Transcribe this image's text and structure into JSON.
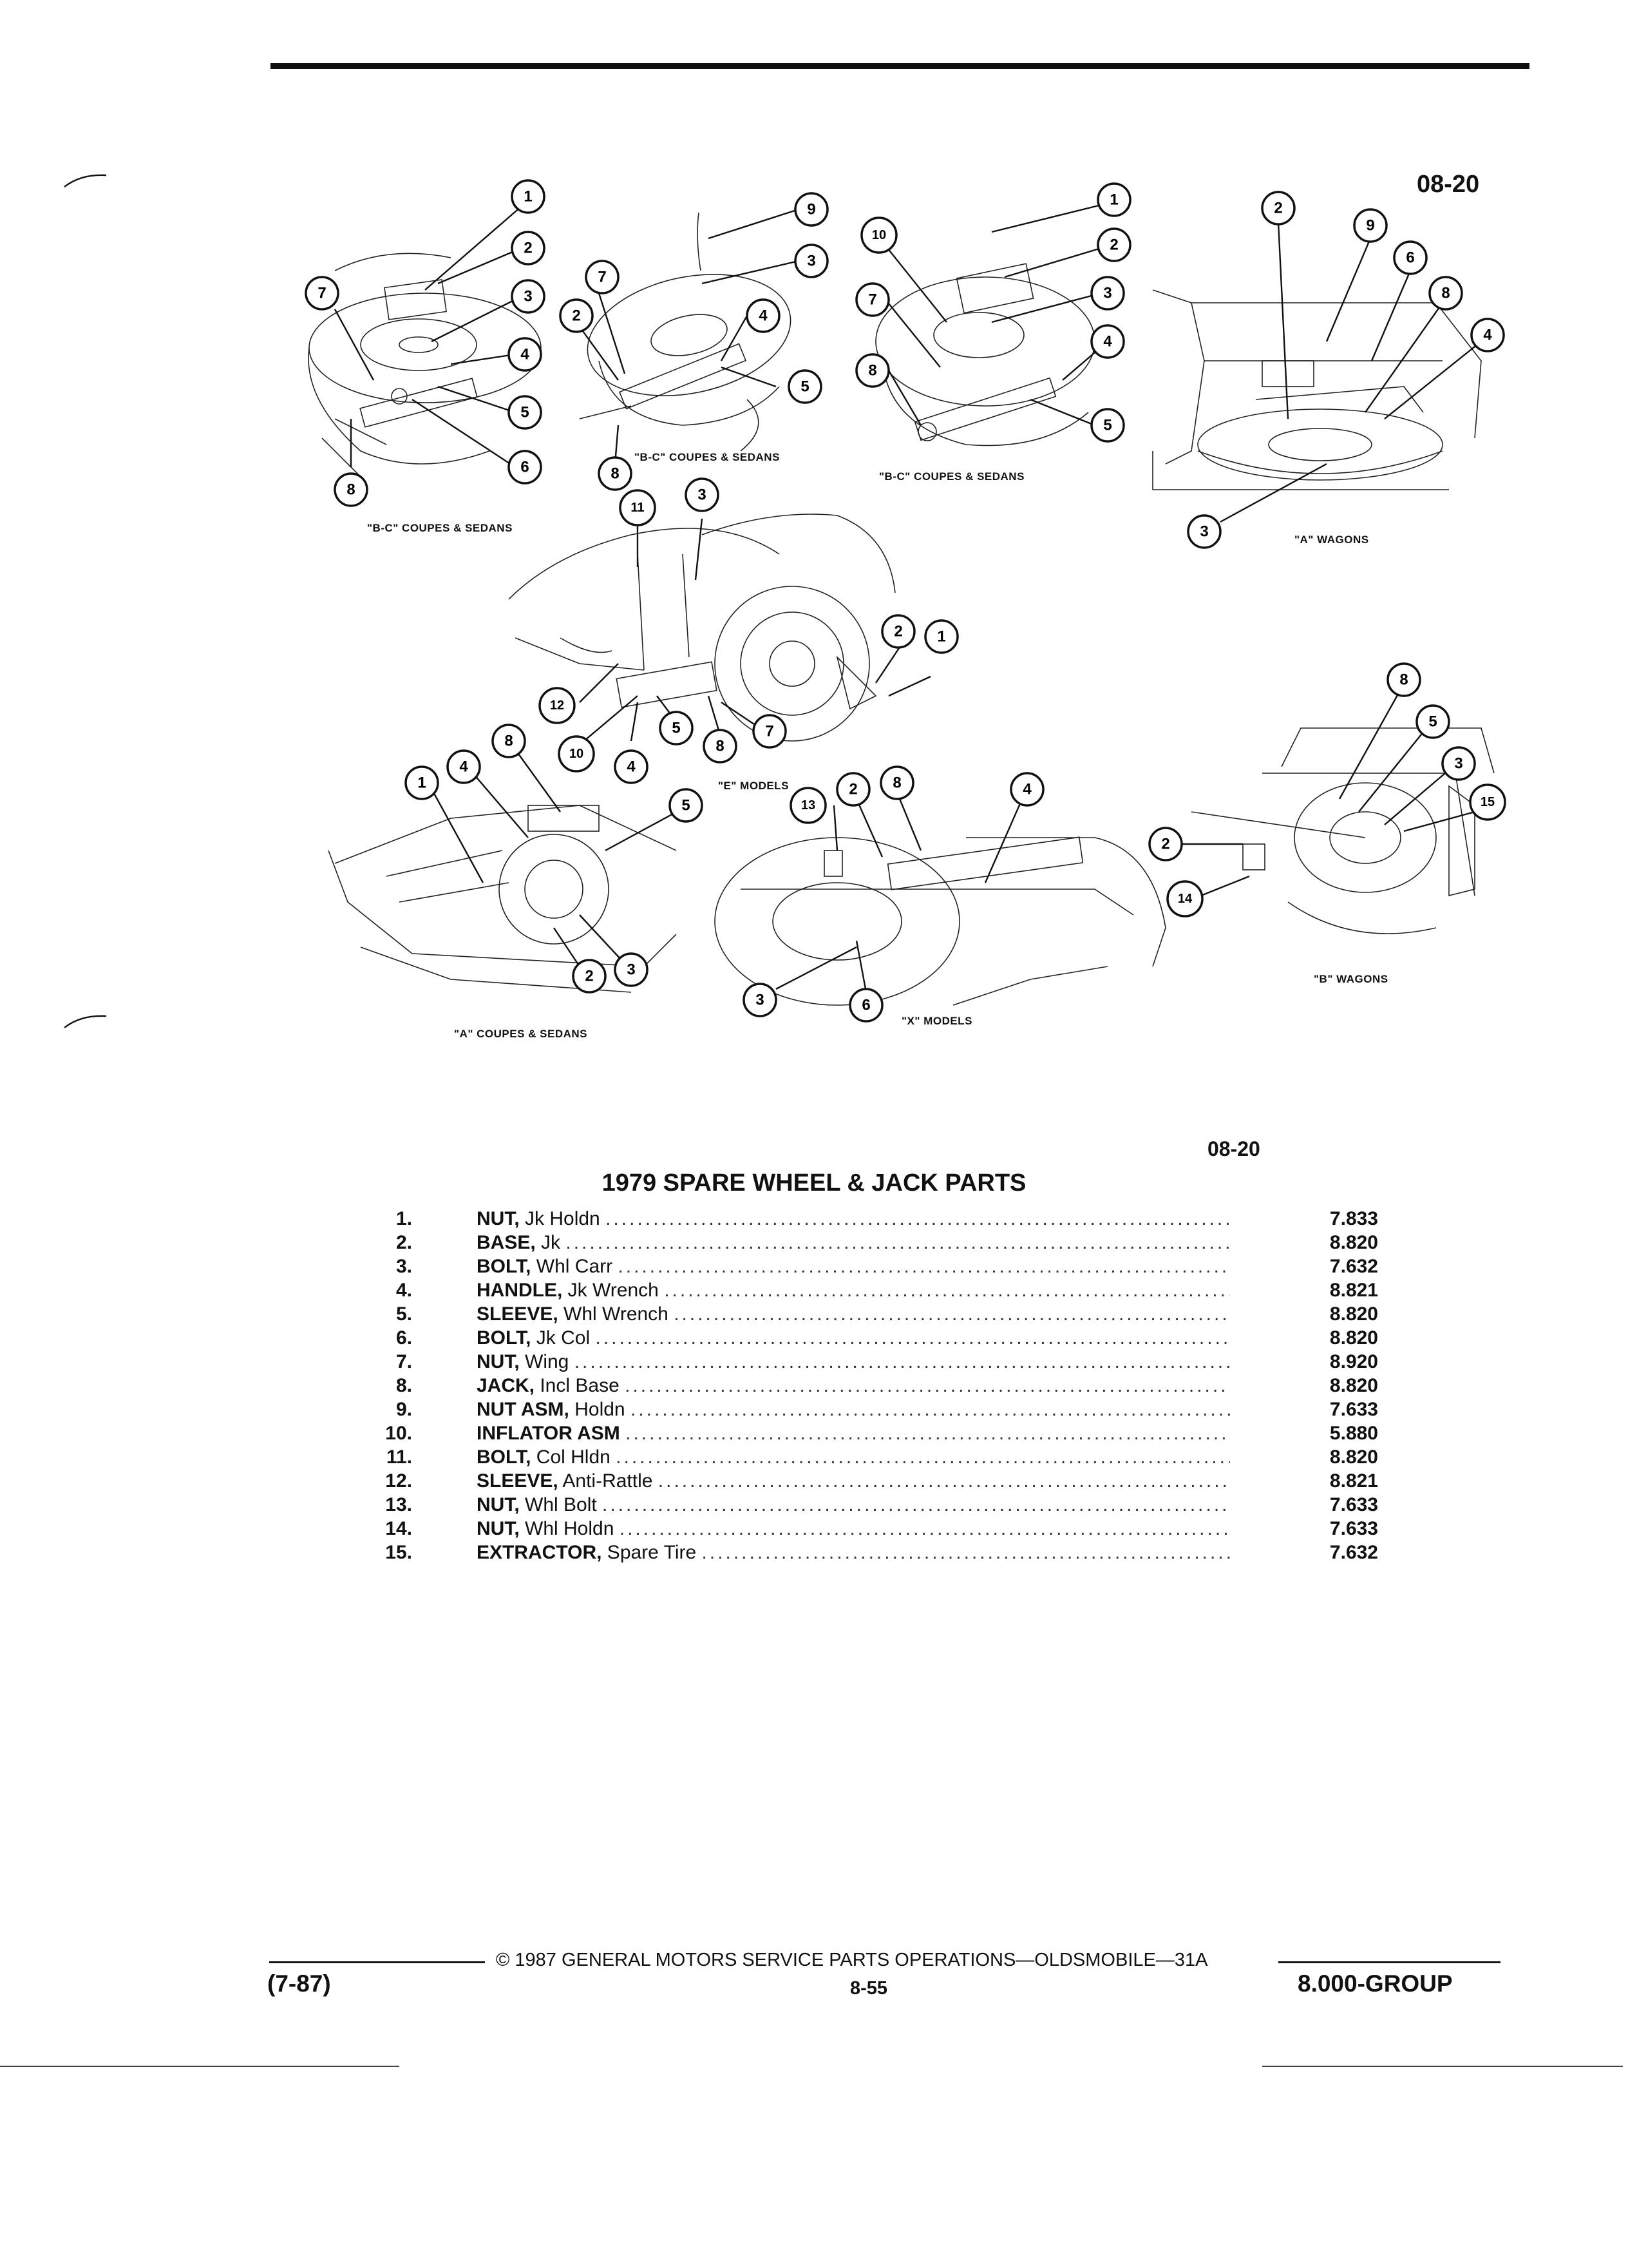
{
  "header": {
    "page_code_top": "08-20"
  },
  "diagram": {
    "captions": {
      "bc1": "\"B-C\" COUPES & SEDANS",
      "bc2": "\"B-C\" COUPES & SEDANS",
      "bc3": "\"B-C\" COUPES & SEDANS",
      "a_wagons": "\"A\" WAGONS",
      "e_models": "\"E\" MODELS",
      "a_coupes": "\"A\" COUPES & SEDANS",
      "x_models": "\"X\" MODELS",
      "b_wagons": "\"B\" WAGONS"
    }
  },
  "parts": {
    "code": "08-20",
    "title": "1979 SPARE WHEEL & JACK PARTS",
    "items": [
      {
        "num": "1.",
        "name": "NUT,",
        "detail": " Jk Holdn",
        "code": "7.833"
      },
      {
        "num": "2.",
        "name": "BASE,",
        "detail": " Jk",
        "code": "8.820"
      },
      {
        "num": "3.",
        "name": "BOLT,",
        "detail": " Whl Carr",
        "code": "7.632"
      },
      {
        "num": "4.",
        "name": "HANDLE,",
        "detail": " Jk Wrench",
        "code": "8.821"
      },
      {
        "num": "5.",
        "name": "SLEEVE,",
        "detail": " Whl Wrench",
        "code": "8.820"
      },
      {
        "num": "6.",
        "name": "BOLT,",
        "detail": " Jk Col",
        "code": "8.820"
      },
      {
        "num": "7.",
        "name": "NUT,",
        "detail": " Wing",
        "code": "8.920"
      },
      {
        "num": "8.",
        "name": "JACK,",
        "detail": " Incl Base",
        "code": "8.820"
      },
      {
        "num": "9.",
        "name": "NUT ASM,",
        "detail": " Holdn",
        "code": "7.633"
      },
      {
        "num": "10.",
        "name": "INFLATOR ASM",
        "detail": "",
        "code": "5.880"
      },
      {
        "num": "11.",
        "name": "BOLT,",
        "detail": " Col Hldn",
        "code": "8.820"
      },
      {
        "num": "12.",
        "name": "SLEEVE,",
        "detail": " Anti-Rattle",
        "code": "8.821"
      },
      {
        "num": "13.",
        "name": "NUT,",
        "detail": " Whl Bolt",
        "code": "7.633"
      },
      {
        "num": "14.",
        "name": "NUT,",
        "detail": " Whl Holdn",
        "code": "7.633"
      },
      {
        "num": "15.",
        "name": "EXTRACTOR,",
        "detail": " Spare Tire",
        "code": "7.632"
      }
    ]
  },
  "footer": {
    "copyright": "© 1987 GENERAL MOTORS SERVICE PARTS OPERATIONS—OLDSMOBILE—31A",
    "date": "(7-87)",
    "page_number": "8-55",
    "group": "8.000-GROUP"
  }
}
